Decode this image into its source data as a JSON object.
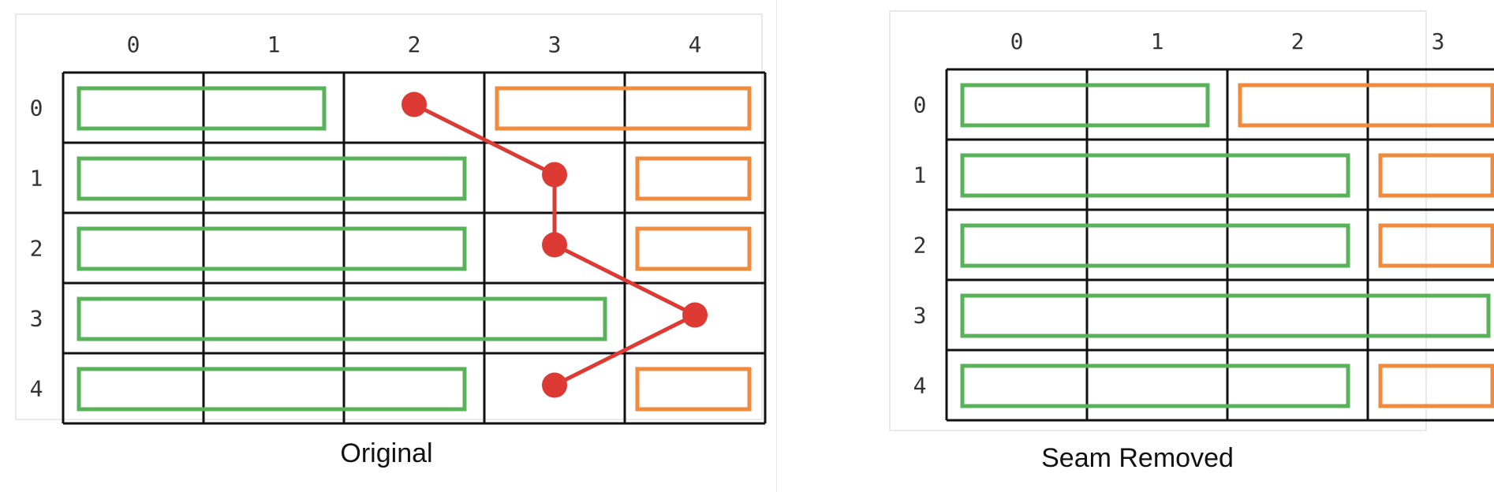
{
  "colors": {
    "grid": "#111111",
    "frame_border": "#e2e2e2",
    "green_box": "#58b25a",
    "orange_box": "#f08a3c",
    "seam": "#dd3a34",
    "label_text": "#333333"
  },
  "panels": [
    {
      "id": "original",
      "caption": "Original",
      "cols": 5,
      "rows": 5,
      "col_labels": [
        "0",
        "1",
        "2",
        "3",
        "4"
      ],
      "row_labels": [
        "0",
        "1",
        "2",
        "3",
        "4"
      ],
      "boxes": [
        {
          "row": 0,
          "from_col": 0,
          "to_col": 1,
          "color": "green"
        },
        {
          "row": 0,
          "from_col": 3,
          "to_col": 4,
          "color": "orange"
        },
        {
          "row": 1,
          "from_col": 0,
          "to_col": 2,
          "color": "green"
        },
        {
          "row": 1,
          "from_col": 4,
          "to_col": 4,
          "color": "orange"
        },
        {
          "row": 2,
          "from_col": 0,
          "to_col": 2,
          "color": "green"
        },
        {
          "row": 2,
          "from_col": 4,
          "to_col": 4,
          "color": "orange"
        },
        {
          "row": 3,
          "from_col": 0,
          "to_col": 3,
          "color": "green"
        },
        {
          "row": 4,
          "from_col": 0,
          "to_col": 2,
          "color": "green"
        },
        {
          "row": 4,
          "from_col": 4,
          "to_col": 4,
          "color": "orange"
        }
      ],
      "seam": [
        {
          "row": 0,
          "col": 2
        },
        {
          "row": 1,
          "col": 3
        },
        {
          "row": 2,
          "col": 3
        },
        {
          "row": 3,
          "col": 4
        },
        {
          "row": 4,
          "col": 3
        }
      ]
    },
    {
      "id": "seam-removed",
      "caption": "Seam Removed",
      "cols": 4,
      "rows": 5,
      "col_labels": [
        "0",
        "1",
        "2",
        "3"
      ],
      "row_labels": [
        "0",
        "1",
        "2",
        "3",
        "4"
      ],
      "boxes": [
        {
          "row": 0,
          "from_col": 0,
          "to_col": 1,
          "color": "green"
        },
        {
          "row": 0,
          "from_col": 2,
          "to_col": 3,
          "color": "orange"
        },
        {
          "row": 1,
          "from_col": 0,
          "to_col": 2,
          "color": "green"
        },
        {
          "row": 1,
          "from_col": 3,
          "to_col": 3,
          "color": "orange"
        },
        {
          "row": 2,
          "from_col": 0,
          "to_col": 2,
          "color": "green"
        },
        {
          "row": 2,
          "from_col": 3,
          "to_col": 3,
          "color": "orange"
        },
        {
          "row": 3,
          "from_col": 0,
          "to_col": 3,
          "color": "green"
        },
        {
          "row": 4,
          "from_col": 0,
          "to_col": 2,
          "color": "green"
        },
        {
          "row": 4,
          "from_col": 3,
          "to_col": 3,
          "color": "orange"
        }
      ],
      "seam": []
    }
  ]
}
